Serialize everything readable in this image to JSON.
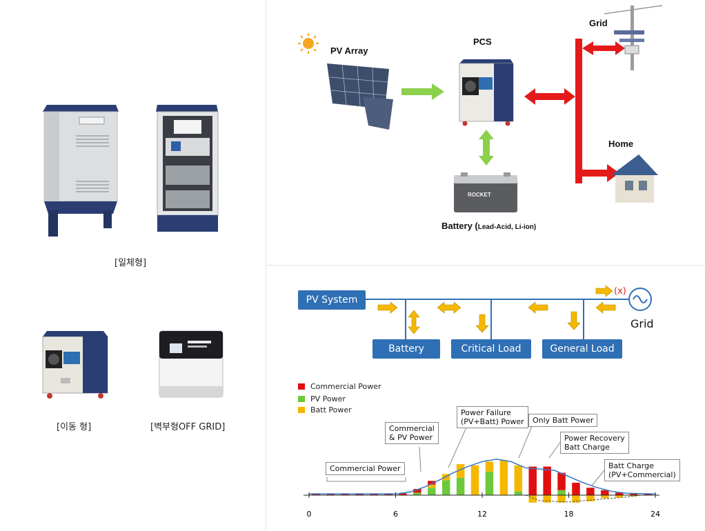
{
  "products": {
    "captions": [
      "[일체형]",
      "[이동 형]",
      "[벽부형OFF GRID]"
    ]
  },
  "system_diagram": {
    "labels": {
      "pv_array": "PV Array",
      "pcs": "PCS",
      "grid": "Grid",
      "home": "Home",
      "battery_main": "Battery (",
      "battery_sub": "Lead-Acid,  Li-ion)"
    },
    "battery_brand": "ROCKET"
  },
  "flow_diagram": {
    "pv_system": "PV System",
    "battery": "Battery",
    "critical_load": "Critical Load",
    "general_load": "General Load",
    "grid": "Grid",
    "x_mark": "(x)"
  },
  "chart_data": {
    "type": "bar",
    "legend": [
      {
        "name": "Commercial Power",
        "color": "#e01010"
      },
      {
        "name": "PV Power",
        "color": "#6cc93a"
      },
      {
        "name": "Batt Power",
        "color": "#f5b800"
      }
    ],
    "x_ticks": [
      "0",
      "6",
      "12",
      "18",
      "24"
    ],
    "xlim": [
      0,
      24
    ],
    "annotations": {
      "commercial_power": "Commercial Power",
      "commercial_pv_1": "Commercial",
      "commercial_pv_2": "& PV Power",
      "power_failure_1": "Power  Failure",
      "power_failure_2": "(PV+Batt) Power",
      "only_batt": "Only Batt Power",
      "recovery_1": "Power Recovery",
      "recovery_2": "Batt Charge",
      "batt_charge_1": "Batt Charge",
      "batt_charge_2": "(PV+Commercial)"
    },
    "bars": [
      {
        "x": 0.5,
        "segments": [
          {
            "c": "#e01010",
            "v": 0.3
          }
        ]
      },
      {
        "x": 1.5,
        "segments": [
          {
            "c": "#e01010",
            "v": 0.3
          }
        ]
      },
      {
        "x": 2.5,
        "segments": [
          {
            "c": "#e01010",
            "v": 0.3
          }
        ]
      },
      {
        "x": 3.5,
        "segments": [
          {
            "c": "#e01010",
            "v": 0.3
          }
        ]
      },
      {
        "x": 4.5,
        "segments": [
          {
            "c": "#e01010",
            "v": 0.3
          }
        ]
      },
      {
        "x": 5.5,
        "segments": [
          {
            "c": "#e01010",
            "v": 0.3
          }
        ]
      },
      {
        "x": 6.5,
        "segments": [
          {
            "c": "#e01010",
            "v": 0.3
          }
        ]
      },
      {
        "x": 7.5,
        "segments": [
          {
            "c": "#6cc93a",
            "v": 0.4
          },
          {
            "c": "#e01010",
            "v": 0.6
          }
        ]
      },
      {
        "x": 8.5,
        "segments": [
          {
            "c": "#6cc93a",
            "v": 1.2
          },
          {
            "c": "#f5b800",
            "v": 0.5
          },
          {
            "c": "#e01010",
            "v": 0.6
          }
        ]
      },
      {
        "x": 9.5,
        "segments": [
          {
            "c": "#6cc93a",
            "v": 2.4
          },
          {
            "c": "#f5b800",
            "v": 1.0
          }
        ]
      },
      {
        "x": 10.5,
        "segments": [
          {
            "c": "#6cc93a",
            "v": 2.8
          },
          {
            "c": "#f5b800",
            "v": 2.2
          }
        ]
      },
      {
        "x": 11.5,
        "segments": [
          {
            "c": "#f5b800",
            "v": 4.8
          }
        ]
      },
      {
        "x": 12.5,
        "segments": [
          {
            "c": "#6cc93a",
            "v": 3.8
          },
          {
            "c": "#f5b800",
            "v": 1.6
          }
        ]
      },
      {
        "x": 13.5,
        "segments": [
          {
            "c": "#f5b800",
            "v": 5.6
          }
        ]
      },
      {
        "x": 14.5,
        "segments": [
          {
            "c": "#6cc93a",
            "v": 0.6
          },
          {
            "c": "#f5b800",
            "v": 4.2
          }
        ]
      },
      {
        "x": 15.5,
        "segments": [
          {
            "c": "#e01010",
            "v": 4.6
          }
        ],
        "neg": [
          {
            "c": "#f5b800",
            "v": 1.2
          }
        ]
      },
      {
        "x": 16.5,
        "segments": [
          {
            "c": "#e01010",
            "v": 4.6
          }
        ],
        "neg": [
          {
            "c": "#f5b800",
            "v": 1.2
          }
        ]
      },
      {
        "x": 17.5,
        "segments": [
          {
            "c": "#6cc93a",
            "v": 0.8
          },
          {
            "c": "#e01010",
            "v": 2.8
          }
        ],
        "neg": [
          {
            "c": "#f5b800",
            "v": 1.2
          }
        ]
      },
      {
        "x": 18.5,
        "segments": [
          {
            "c": "#e01010",
            "v": 2.0
          }
        ],
        "neg": [
          {
            "c": "#f5b800",
            "v": 1.2
          }
        ]
      },
      {
        "x": 19.5,
        "segments": [
          {
            "c": "#e01010",
            "v": 1.2
          }
        ],
        "neg": [
          {
            "c": "#f5b800",
            "v": 1.0
          }
        ]
      },
      {
        "x": 20.5,
        "segments": [
          {
            "c": "#e01010",
            "v": 0.8
          }
        ],
        "neg": [
          {
            "c": "#f5b800",
            "v": 0.5
          }
        ]
      },
      {
        "x": 21.5,
        "segments": [
          {
            "c": "#e01010",
            "v": 0.4
          }
        ],
        "neg": [
          {
            "c": "#f5b800",
            "v": 0.4
          }
        ]
      },
      {
        "x": 22.5,
        "segments": [
          {
            "c": "#e01010",
            "v": 0.3
          }
        ],
        "neg": [
          {
            "c": "#f5b800",
            "v": 0.2
          }
        ]
      },
      {
        "x": 23.5,
        "segments": [
          {
            "c": "#e01010",
            "v": 0.2
          }
        ]
      }
    ],
    "curve": [
      [
        0,
        0.2
      ],
      [
        6,
        0.2
      ],
      [
        7,
        0.5
      ],
      [
        8,
        1.3
      ],
      [
        9,
        2.4
      ],
      [
        10,
        3.6
      ],
      [
        11,
        4.6
      ],
      [
        12,
        5.4
      ],
      [
        13,
        5.8
      ],
      [
        14,
        5.4
      ],
      [
        15,
        4.4
      ],
      [
        16,
        4.2
      ],
      [
        17,
        4.0
      ],
      [
        18,
        3.0
      ],
      [
        19,
        2.0
      ],
      [
        20,
        1.2
      ],
      [
        21,
        0.6
      ],
      [
        22,
        0.3
      ],
      [
        24,
        0.2
      ]
    ],
    "dashed_curve": [
      [
        15,
        0
      ],
      [
        16,
        -0.9
      ],
      [
        18,
        -1.1
      ],
      [
        20,
        -0.7
      ],
      [
        22,
        -0.3
      ],
      [
        23,
        0
      ]
    ]
  }
}
